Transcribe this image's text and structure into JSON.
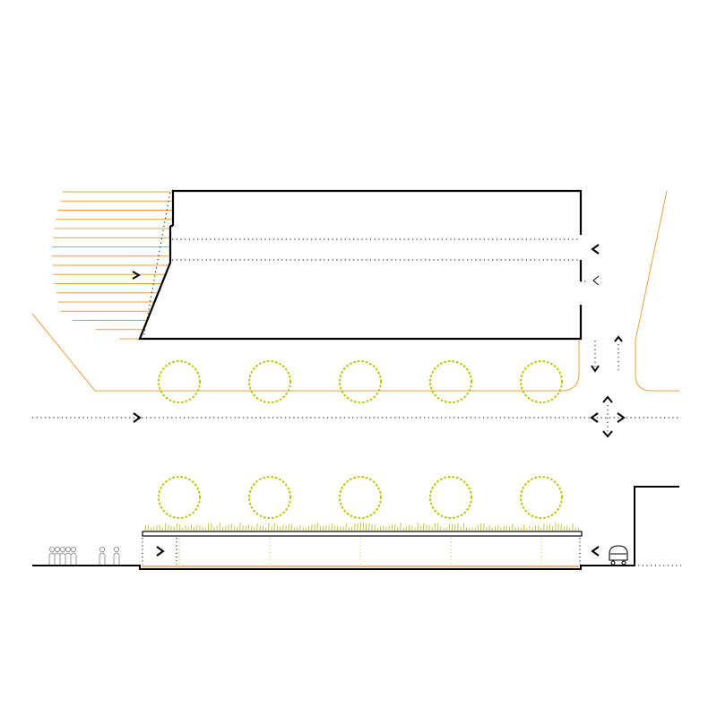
{
  "diagram": {
    "views": [
      "plan",
      "section"
    ],
    "colors": {
      "outline": "#000000",
      "road_edge": "#f39c3c",
      "trees": "#b9c400",
      "vegetation": "#c9c34a",
      "figures": "#9a9a9a",
      "grid_guides": "#b5d98a"
    },
    "plan": {
      "tree_count": 5,
      "hatch_line_count": 17,
      "icons": [
        "chevron-right-icon",
        "chevron-left-icon",
        "chevron-down-icon",
        "chevron-up-icon"
      ]
    },
    "section": {
      "tree_count": 5,
      "people_groups": 2,
      "icons": [
        "people-icon",
        "chevron-right-icon",
        "chevron-left-icon",
        "vehicle-icon"
      ]
    }
  }
}
